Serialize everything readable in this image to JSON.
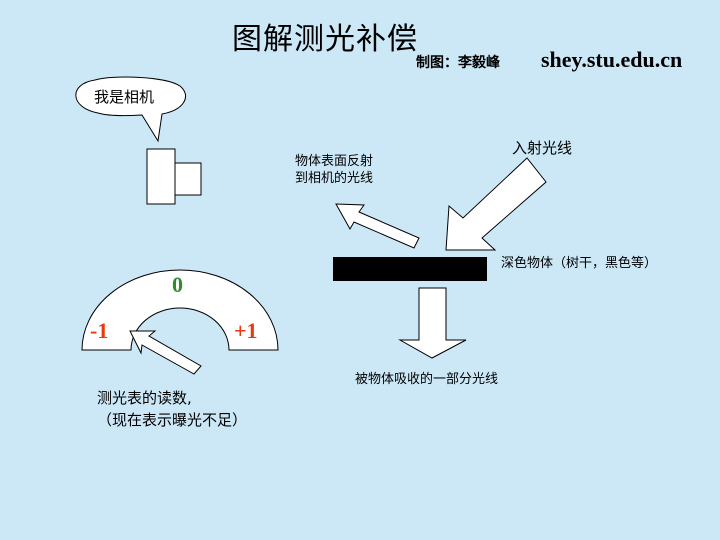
{
  "title": "图解测光补偿",
  "credit": "制图：李毅峰",
  "site": "shey.stu.edu.cn",
  "camera": {
    "speech": "我是相机"
  },
  "light": {
    "incident": "入射光线",
    "reflected_line1": "物体表面反射",
    "reflected_line2": "到相机的光线",
    "absorbed": "被物体吸收的一部分光线"
  },
  "object": {
    "label": "深色物体（树干，黑色等）"
  },
  "meter": {
    "zero": "0",
    "minus": "-1",
    "plus": "+1",
    "caption_line1": "测光表的读数,",
    "caption_line2": "（现在表示曝光不足）",
    "reading_stops": -1
  },
  "colors": {
    "background": "#CCE8F7",
    "zero_mark": "#2E8B2E",
    "offset_marks": "#E83A0C",
    "object": "#000000"
  }
}
